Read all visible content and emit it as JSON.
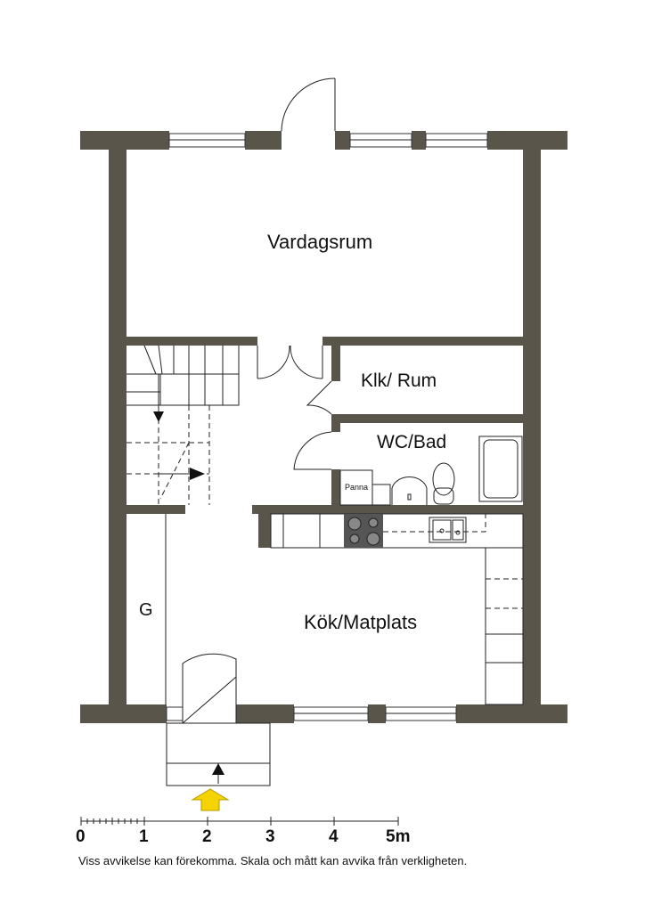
{
  "rooms": {
    "vardagsrum": "Vardagsrum",
    "klk_rum": "Klk/ Rum",
    "wc_bad": "WC/Bad",
    "panna": "Panna",
    "g": "G",
    "kok": "Kök/Matplats"
  },
  "scale": {
    "ticks": [
      "0",
      "1",
      "2",
      "3",
      "4",
      "5m"
    ]
  },
  "disclaimer": "Viss avvikelse kan förekomma. Skala och mått kan avvika från verkligheten.",
  "colors": {
    "wall": "#5a554b",
    "entrance_arrow": "#f5d300",
    "stove": "#555555"
  }
}
